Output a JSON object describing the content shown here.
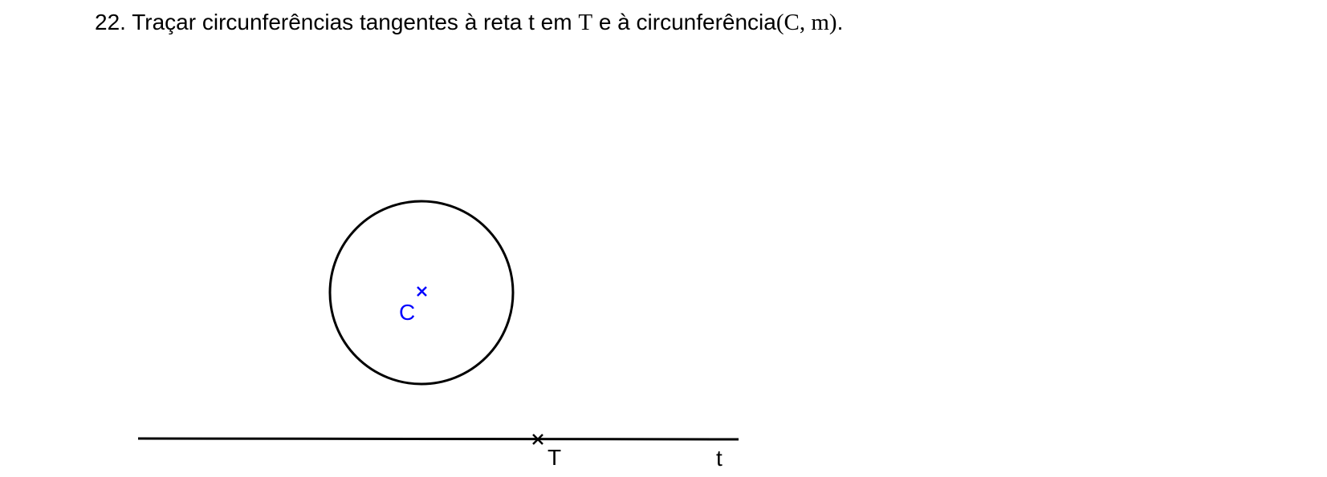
{
  "exercise": {
    "number": "22.",
    "text_before_T": "Traçar circunferências tangentes à reta t em",
    "point_T": "T",
    "text_after_T": "e à circunferência",
    "open_paren": "(",
    "circle_center": "C",
    "separator": ",",
    "circle_radius": "m",
    "close_paren": ")",
    "end_mark": "."
  },
  "figure": {
    "center_label": "C",
    "tangent_point_label": "T",
    "line_label": "t",
    "center_color": "#0000ff",
    "stroke_color": "#000000"
  }
}
